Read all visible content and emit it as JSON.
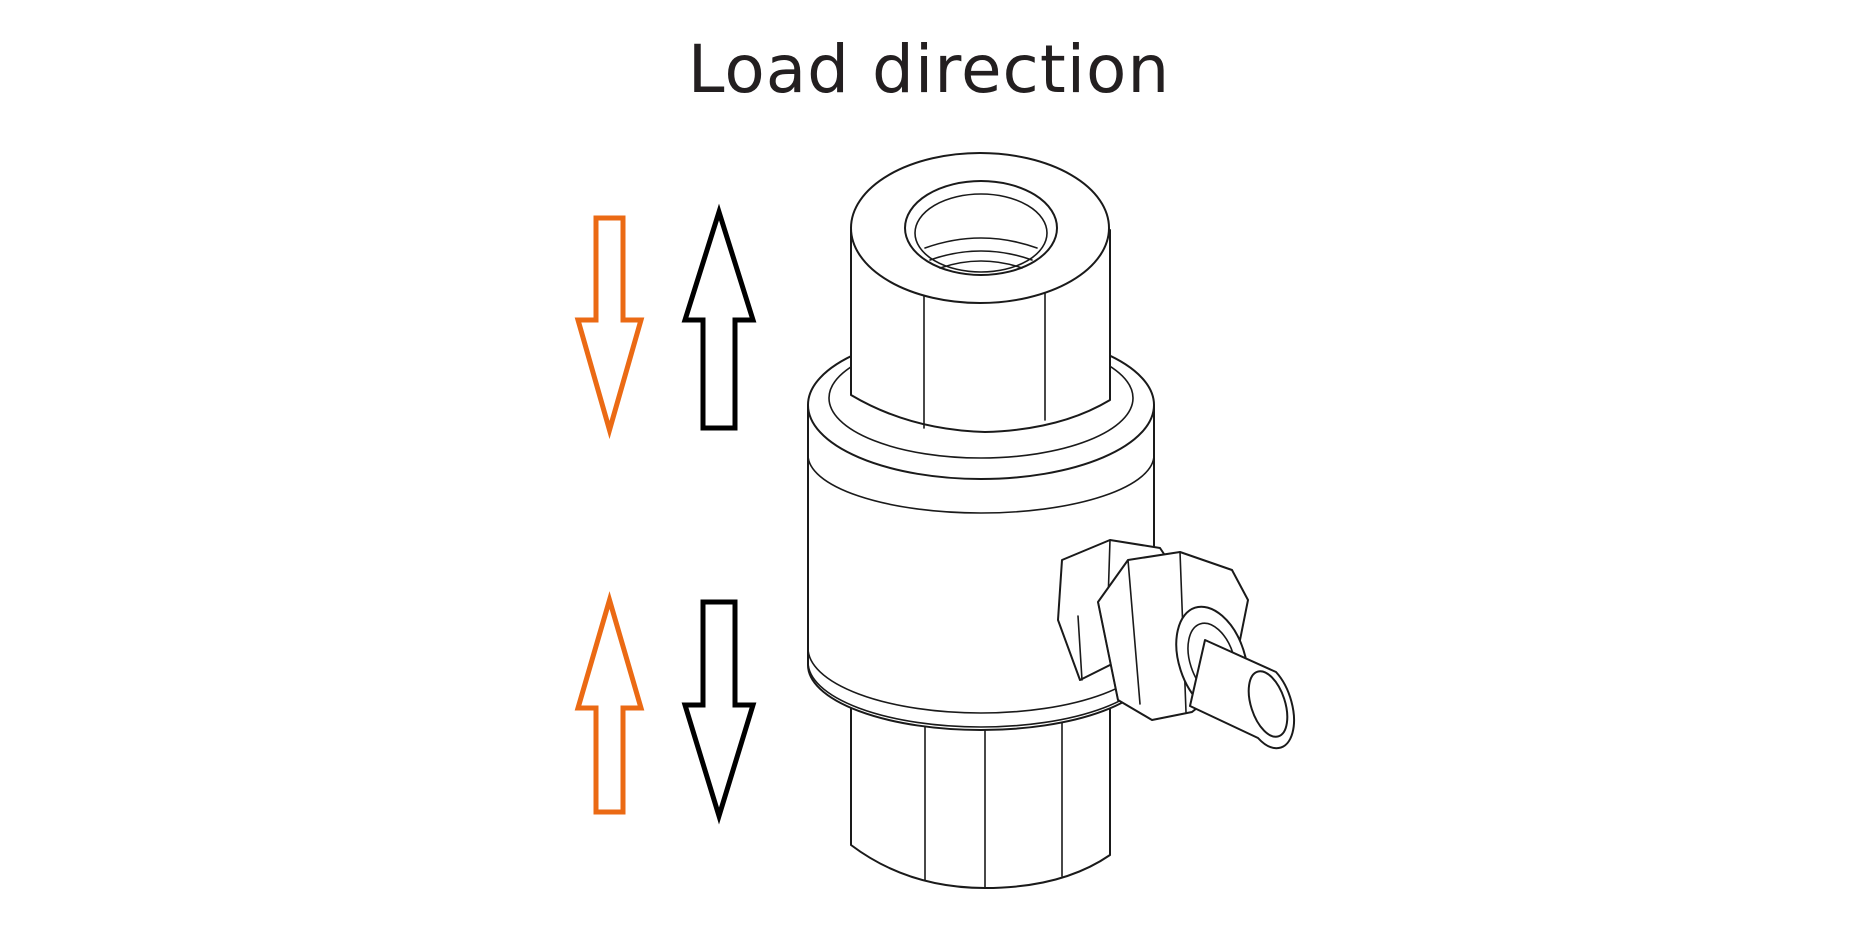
{
  "title": "Load direction",
  "colors": {
    "tension_arrow": "#eb6a14",
    "compression_arrow": "#000000",
    "line_art": "#1a1a1a",
    "title_text": "#231f20",
    "background": "#ffffff"
  },
  "arrows": [
    {
      "id": "top-left",
      "color": "orange",
      "direction": "down"
    },
    {
      "id": "top-right",
      "color": "black",
      "direction": "up"
    },
    {
      "id": "bottom-left",
      "color": "orange",
      "direction": "up"
    },
    {
      "id": "bottom-right",
      "color": "black",
      "direction": "down"
    }
  ],
  "illustration": {
    "subject": "load-cell",
    "parts": [
      "top-hex-fitting",
      "threaded-bore",
      "cylindrical-body",
      "bottom-hex-fitting",
      "cable-gland",
      "cable"
    ]
  }
}
